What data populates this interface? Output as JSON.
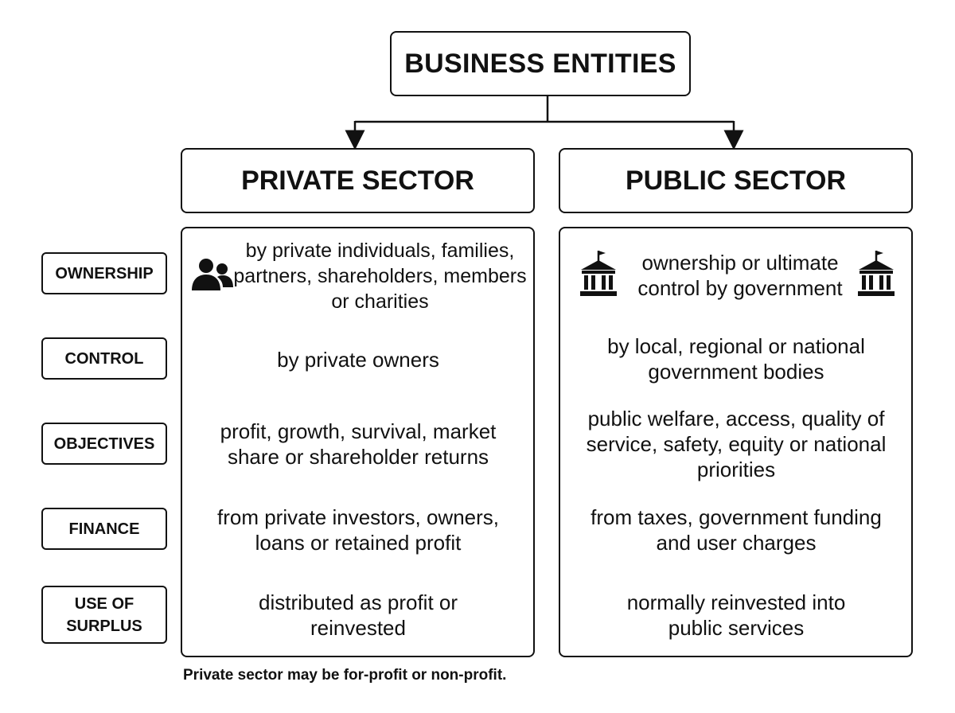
{
  "title": "BUSINESS ENTITIES",
  "sectors": {
    "private": "PRIVATE SECTOR",
    "public": "PUBLIC SECTOR"
  },
  "rows": {
    "ownership": {
      "label": "OWNERSHIP",
      "private": "by private individuals, families, partners, shareholders, members or charities",
      "public": "ownership or ultimate control by government"
    },
    "control": {
      "label": "CONTROL",
      "private": "by private owners",
      "public": "by local, regional or national government bodies"
    },
    "objectives": {
      "label": "OBJECTIVES",
      "private": "profit, growth, survival, market share or shareholder returns",
      "public": "public welfare, access, quality of service, safety, equity or national priorities"
    },
    "finance": {
      "label": "FINANCE",
      "private": "from private investors, owners, loans or retained profit",
      "public": "from taxes, government funding and user charges"
    },
    "surplus": {
      "label_line1": "USE OF",
      "label_line2": "SURPLUS",
      "private": "distributed as profit or reinvested",
      "public": "normally reinvested into public services"
    }
  },
  "icons": {
    "private_ownership": "people-icon",
    "public_ownership": "government-building-icon"
  },
  "footnote": "Private sector may be for-profit or non-profit."
}
